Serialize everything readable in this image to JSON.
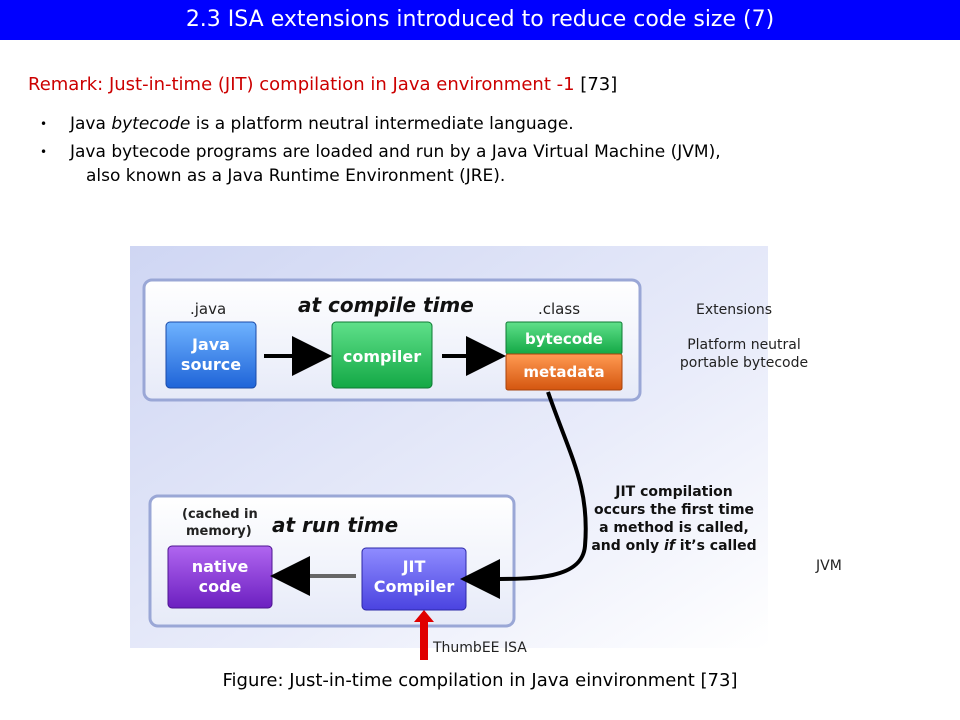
{
  "slide": {
    "title": "2.3 ISA extensions introduced to reduce code size (7)",
    "remark_main": "Remark: Just-in-time (JIT) compilation in Java environment -1",
    "remark_ref": "[73]",
    "bullet_1": {
      "pre": "Java ",
      "em": "bytecode",
      "post": " is a platform neutral intermediate language."
    },
    "bullet_2_line1": "Java bytecode programs are loaded and run by a Java Virtual Machine (JVM),",
    "bullet_2_line2": "also known as a Java Runtime Environment (JRE)."
  },
  "diagram": {
    "compile_title": "at compile time",
    "java_ext": ".java",
    "java_source_1": "Java",
    "java_source_2": "source",
    "compiler": "compiler",
    "class_ext": ".class",
    "bytecode": "bytecode",
    "metadata": "metadata",
    "run_title": "at run time",
    "cached_1": "(cached in",
    "cached_2": "memory)",
    "native_1": "native",
    "native_2": "code",
    "jit_1": "JIT",
    "jit_2": "Compiler",
    "jit_note_1": "JIT compilation",
    "jit_note_2": "occurs the first time",
    "jit_note_3": "a method is called,",
    "jit_note_4_pre": "and only ",
    "jit_note_4_em": "if",
    "jit_note_4_post": " it’s called"
  },
  "annotations": {
    "extensions": "Extensions",
    "platform_1": "Platform neutral",
    "platform_2": "portable bytecode",
    "jvm": "JVM",
    "thumbee": "ThumbEE ISA"
  },
  "caption": "Figure: Just-in-time compilation in Java einvironment [73]",
  "colors": {
    "title_bg": "#0000ff",
    "remark": "#cc0000",
    "arrow": "#e00000"
  }
}
